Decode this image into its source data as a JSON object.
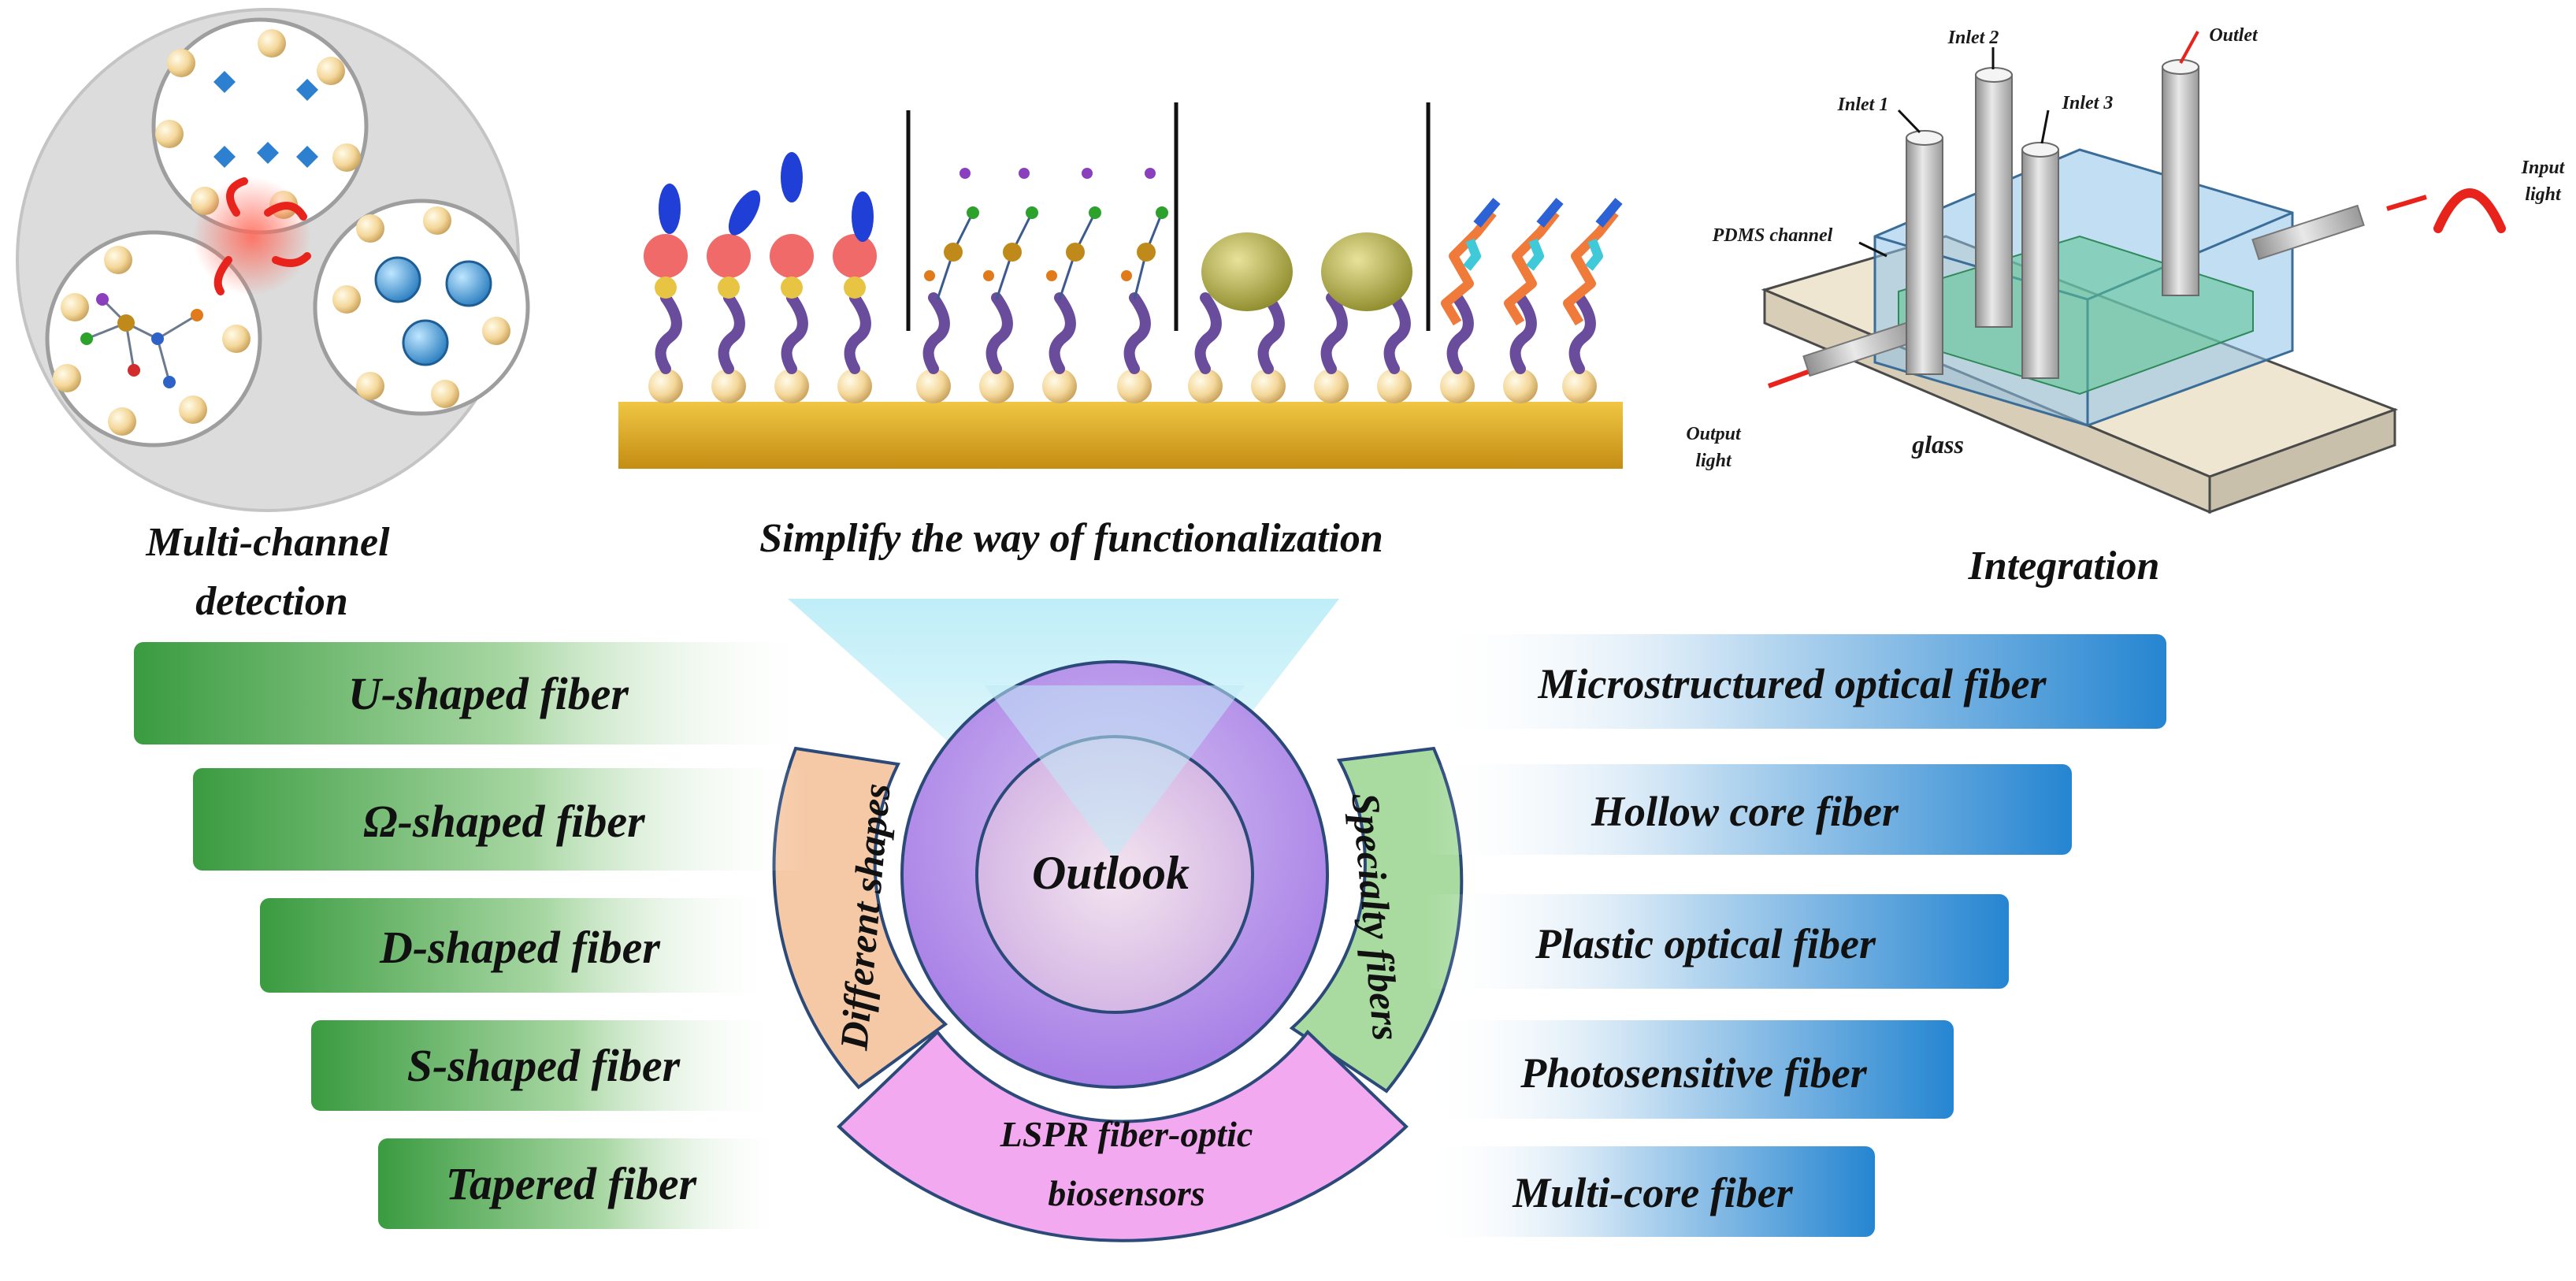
{
  "captions": {
    "multichannel_line1": "Multi-channel",
    "multichannel_line2": "detection",
    "functionalization": "Simplify the way of functionalization",
    "integration": "Integration"
  },
  "chip": {
    "inlet1": "Inlet 1",
    "inlet2": "Inlet 2",
    "inlet3": "Inlet 3",
    "outlet": "Outlet",
    "pdms": "PDMS channel",
    "input_line1": "Input",
    "input_line2": "light",
    "output_line1": "Output",
    "output_line2": "light",
    "glass": "glass"
  },
  "hub": {
    "center": "Outlook",
    "left_arc": "Different shapes",
    "right_arc": "Specialty fibers",
    "bottom_line1": "LSPR fiber-optic",
    "bottom_line2": "biosensors"
  },
  "left_items": [
    "U-shaped fiber",
    "Ω-shaped fiber",
    "D-shaped fiber",
    "S-shaped fiber",
    "Tapered fiber"
  ],
  "right_items": [
    "Microstructured optical fiber",
    "Hollow  core fiber",
    "Plastic optical fiber",
    "Photosensitive fiber",
    "Multi-core fiber"
  ],
  "colors": {
    "green_bar": "#3fa046",
    "blue_bar": "#2f8fd6",
    "ring_purple": "#b58ae8",
    "arc_orange": "#f6c9a6",
    "arc_green": "#a9dba0",
    "arc_pink": "#f3a9f0",
    "gold_substrate": "#d9a521"
  }
}
